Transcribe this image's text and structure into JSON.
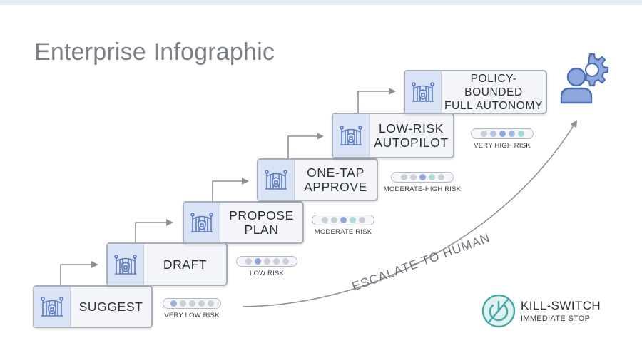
{
  "title": "Enterprise Infographic",
  "steps": [
    {
      "label": "SUGGEST",
      "icon": "gate-lock-icon"
    },
    {
      "label": "DRAFT",
      "icon": "gate-lock-icon"
    },
    {
      "label": "PROPOSE\nPLAN",
      "icon": "gate-lock-icon"
    },
    {
      "label": "ONE-TAP\nAPPROVE",
      "icon": "gate-lock-icon"
    },
    {
      "label": "LOW-RISK\nAUTOPILOT",
      "icon": "gate-lock-icon"
    },
    {
      "label": "POLICY-BOUNDED\nFULL AUTONOMY",
      "icon": "gate-lock-icon"
    }
  ],
  "risks": [
    {
      "label": "VERY LOW RISK",
      "dots": [
        "#9fb0d6",
        "#c9ced8",
        "#c9ced8",
        "#c9ced8",
        "#c9ced8"
      ]
    },
    {
      "label": "LOW RISK",
      "dots": [
        "#c9ced8",
        "#8fa6dc",
        "#c9ced8",
        "#c9ced8",
        "#c9ced8"
      ]
    },
    {
      "label": "MODERATE RISK",
      "dots": [
        "#c9ced8",
        "#c9ced8",
        "#8fa6dc",
        "#a9dcd3",
        "#c9ced8"
      ]
    },
    {
      "label": "MODERATE-HIGH RISK",
      "dots": [
        "#c9ced8",
        "#c9ced8",
        "#8fa6dc",
        "#a9dcd3",
        "#c9ced8"
      ]
    },
    {
      "label": "VERY HIGH RISK",
      "dots": [
        "#c9ced8",
        "#b7c0e6",
        "#8fa6dc",
        "#9fb7ea",
        "#9fdccf"
      ]
    }
  ],
  "escalate": "ESCALATE TO HUMAN",
  "killswitch": {
    "title": "KILL-SWITCH",
    "subtitle": "IMMEDIATE STOP",
    "icon": "power-off-icon"
  },
  "human_icon": "human-settings-icon",
  "colors": {
    "accent": "#d9e3f5",
    "icon_blue": "#5b7bc0",
    "teal": "#4aa6a2",
    "arrow": "#8d929a"
  }
}
